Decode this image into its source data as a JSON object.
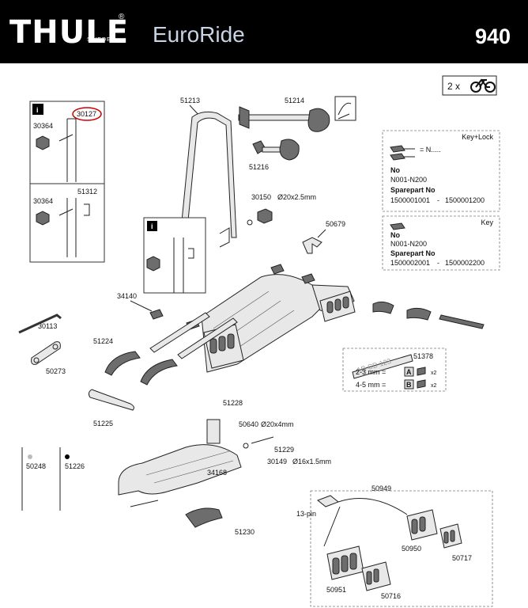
{
  "header": {
    "brand": "THULE",
    "brand_sub": "SWEDEN",
    "reg_mark": "®",
    "model": "EuroRide",
    "model_code": "940"
  },
  "badge": {
    "qty": "2 x"
  },
  "parts": {
    "p51213": "51213",
    "p51214": "51214",
    "p51216": "51216",
    "p30150": "30150",
    "p30150_spec": "Ø20x2.5mm",
    "p50679": "50679",
    "p30127": "30127",
    "p30364a": "30364",
    "p30364b": "30364",
    "p51312": "51312",
    "p34140": "34140",
    "p30113": "30113",
    "p50273": "50273",
    "p51224": "51224",
    "p51225": "51225",
    "p51378": "51378",
    "p51228": "51228",
    "p50640": "50640",
    "p50640_spec": "Ø20x4mm",
    "p51229": "51229",
    "p30149": "30149",
    "p30149_spec": "Ø16x1.5mm",
    "p34168": "34168",
    "p51230": "51230",
    "p50248": "50248",
    "p51226": "51226",
    "p50949": "50949",
    "pin": "13-pin",
    "p50950": "50950",
    "p50717": "50717",
    "p50951": "50951",
    "p50716": "50716"
  },
  "info_icon": "i",
  "key_lock": {
    "title": "Key+Lock",
    "key_prefix": "= N.....",
    "no_label": "No",
    "no_range": "N001-N200",
    "spare_label": "Sparepart No",
    "spare_from": "1500001001",
    "spare_sep": "-",
    "spare_to": "1500001200"
  },
  "key_only": {
    "title": "Key",
    "no_label": "No",
    "no_range": "N001-N200",
    "spare_label": "Sparepart No",
    "spare_from": "1500002001",
    "spare_sep": "-",
    "spare_to": "1500002200"
  },
  "plate": {
    "text": "AB CD 123",
    "row1_size": "2-3 mm =",
    "row1_letter": "A",
    "row1_qty": "x2",
    "row2_size": "4-5 mm =",
    "row2_letter": "B",
    "row2_qty": "x2"
  },
  "colors": {
    "header_bg": "#000000",
    "model_text": "#c7d3e6",
    "highlight": "#cc0000"
  }
}
